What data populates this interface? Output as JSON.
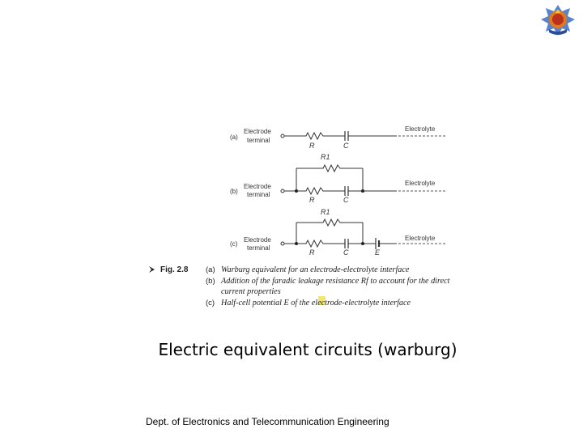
{
  "slide": {
    "title": "Electric equivalent circuits (warburg)",
    "footer": "Dept. of Electronics and Telecommunication Engineering"
  },
  "figure": {
    "circuits": [
      {
        "label": "(a)",
        "terminal_line1": "Electrode",
        "terminal_line2": "terminal",
        "electrolyte": "Electrolyte",
        "r": "R",
        "c": "C"
      },
      {
        "label": "(b)",
        "terminal_line1": "Electrode",
        "terminal_line2": "terminal",
        "electrolyte": "Electrolyte",
        "r": "R",
        "c": "C",
        "r1": "R1"
      },
      {
        "label": "(c)",
        "terminal_line1": "Electrode",
        "terminal_line2": "terminal",
        "electrolyte": "Electrolyte",
        "r": "R",
        "c": "C",
        "r1": "R1",
        "e": "E"
      }
    ],
    "caption": {
      "fig_label": "Fig. 2.8",
      "items": [
        {
          "label": "(a)",
          "text": "Warburg equivalent for an electrode-electrolyte interface"
        },
        {
          "label": "(b)",
          "text": "Addition of the faradic leakage resistance Rf to account for the direct"
        },
        {
          "label": "",
          "text": "current properties"
        },
        {
          "label": "(c)",
          "text": "Half-cell potential E of the electrode-electrolyte interface"
        }
      ]
    }
  },
  "colors": {
    "logo_outer": "#3a6fc4",
    "logo_flame": "#e07a1c",
    "logo_center": "#b8321f",
    "highlight": "#f2e14a"
  }
}
